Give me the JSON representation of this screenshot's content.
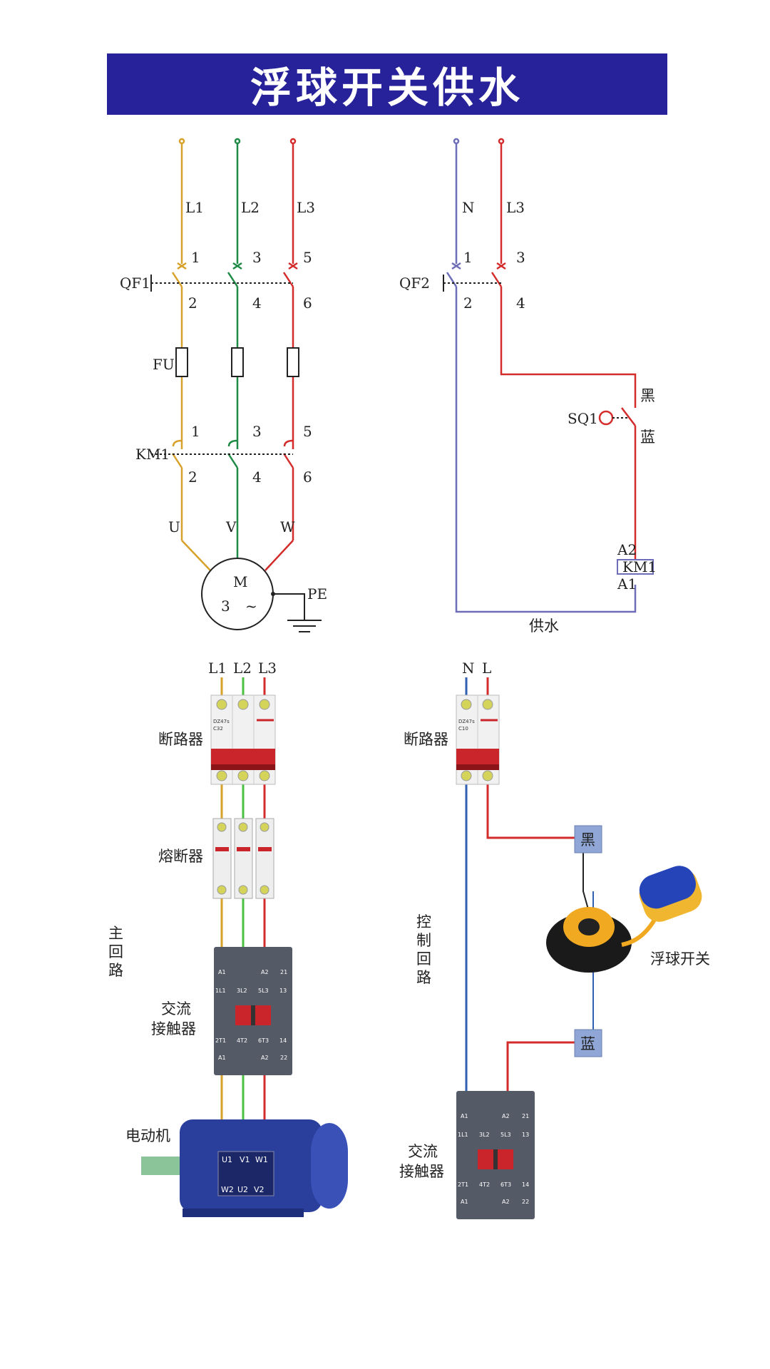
{
  "title": "浮球开关供水",
  "colors": {
    "title_bg": "#28229a",
    "yellow": "#d7a12a",
    "green": "#1f8a45",
    "red": "#d42b2b",
    "blue": "#6e6eb8",
    "wire_blue": "#2f5fb0",
    "tag_bg": "#8fa6d6"
  },
  "schematic_main": {
    "phases": [
      "L1",
      "L2",
      "L3"
    ],
    "top_terms": [
      "1",
      "3",
      "5"
    ],
    "bot_terms": [
      "2",
      "4",
      "6"
    ],
    "breaker": "QF1",
    "fuse": "FU",
    "contactor": "KM1",
    "motor_terms": [
      "U",
      "V",
      "W"
    ],
    "motor_symbol": "M",
    "motor_phase": "3",
    "motor_ac": "~",
    "ground": "PE"
  },
  "schematic_ctrl": {
    "lines": [
      "N",
      "L3"
    ],
    "top_terms": [
      "1",
      "3"
    ],
    "bot_terms": [
      "2",
      "4"
    ],
    "breaker": "QF2",
    "switch": "SQ1",
    "black": "黑",
    "blue": "蓝",
    "coil_top": "A2",
    "coil": "KM1",
    "coil_bot": "A1",
    "caption": "供水"
  },
  "wiring_main": {
    "lines": [
      "L1",
      "L2",
      "L3"
    ],
    "breaker_label": "断路器",
    "breaker_model": "DZ47s",
    "breaker_rating": "C32",
    "fuse_label": "熔断器",
    "contactor_label_1": "交流",
    "contactor_label_2": "接触器",
    "motor_label": "电动机",
    "side_label": [
      "主",
      "回",
      "路"
    ],
    "motor_top_terms": [
      "U1",
      "V1",
      "W1"
    ],
    "motor_bot_terms": [
      "W2",
      "U2",
      "V2"
    ]
  },
  "wiring_ctrl": {
    "lines": [
      "N",
      "L"
    ],
    "breaker_label": "断路器",
    "breaker_model": "DZ47s",
    "breaker_rating": "C10",
    "black_tag": "黑",
    "blue_tag": "蓝",
    "float_label": "浮球开关",
    "side_label": [
      "控",
      "制",
      "回",
      "路"
    ],
    "contactor_label_1": "交流",
    "contactor_label_2": "接触器"
  },
  "contactor_terms": {
    "top_a": [
      "A1",
      "A2",
      "21"
    ],
    "top_b": [
      "1L1",
      "3L2",
      "5L3",
      "13"
    ],
    "bot_a": [
      "2T1",
      "4T2",
      "6T3",
      "14"
    ],
    "bot_b": [
      "A1",
      "A2",
      "22"
    ]
  }
}
